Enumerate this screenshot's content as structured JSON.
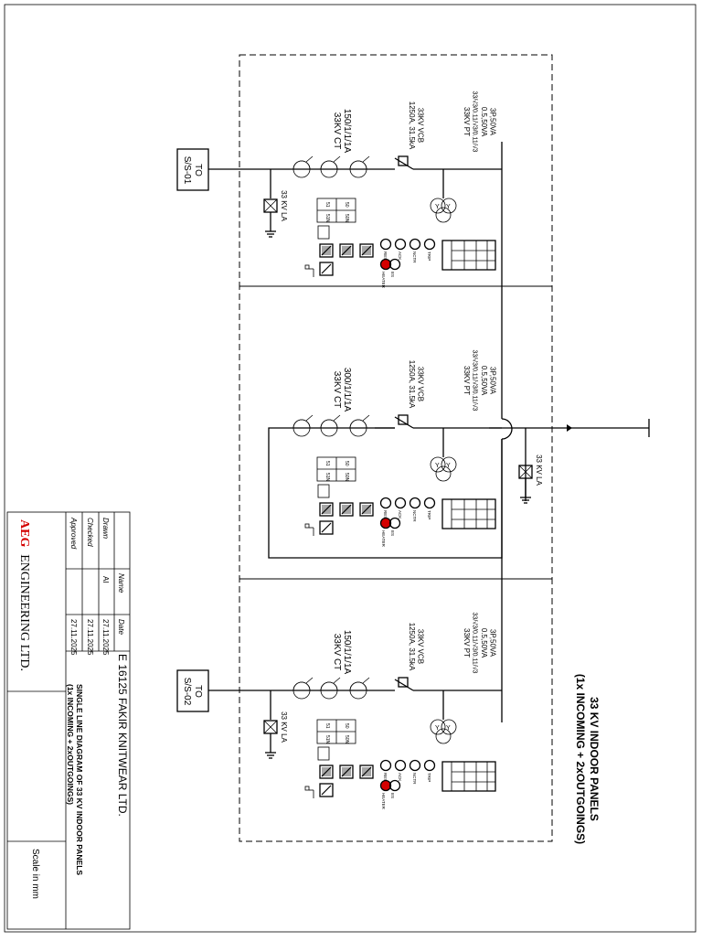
{
  "heading": {
    "line1": "33 KV INDOOR PANELS",
    "line2": "(1x INCOMING + 2xOUTGOINGS)"
  },
  "panels": [
    {
      "name": "outgoing-1",
      "pt_label": [
        "33KV PT",
        "33/√3/0.11/√3/0.11/√3",
        "0.5,50VA",
        "3P,50VA"
      ],
      "vcb_label": [
        "1250A, 31.5kA",
        "33KV VCB"
      ],
      "ct_label": [
        "33KV CT",
        "150/1/1/1A"
      ],
      "la_label": "33 KV LA",
      "dest": [
        "TO",
        "S/S-01"
      ]
    },
    {
      "name": "incoming",
      "pt_label": [
        "33KV PT",
        "33/√3/0.11/√3/0.11/√3",
        "0.5,50VA",
        "3P,50VA"
      ],
      "vcb_label": [
        "1250A, 31.5kA",
        "33KV VCB"
      ],
      "ct_label": [
        "33KV CT",
        "300/1/1/1A"
      ],
      "la_label": "33 KV LA"
    },
    {
      "name": "outgoing-2",
      "pt_label": [
        "33KV PT",
        "33/√3/0.11/√3/0.11/√3",
        "0.5,50VA",
        "3P,50VA"
      ],
      "vcb_label": [
        "1250A, 31.5kA",
        "33KV VCB"
      ],
      "ct_label": [
        "33KV CT",
        "150/1/1/1A"
      ],
      "la_label": "33 KV LA",
      "dest": [
        "TO",
        "S/S-02"
      ]
    }
  ],
  "relay_labels": [
    "50",
    "50N",
    "51",
    "51N"
  ],
  "lamp_labels": [
    "TRIP",
    "NCTR",
    "ACK",
    "RESET"
  ],
  "heater_labels": [
    "HEATER",
    "ES"
  ],
  "title_block": {
    "project": "E 16125 FAKIR KNITWEAR LTD.",
    "drawing_title_1": "SINGLE LINE DIAGRAM OF 33 KV INDOOR PANELS",
    "drawing_title_2": "(1x INCOMING + 2xOUTGOINGS)",
    "col_name": "Name",
    "col_date": "Date",
    "rows": [
      {
        "role": "Drawn",
        "name": "AI",
        "date": "27.11.2025"
      },
      {
        "role": "Checked",
        "name": "",
        "date": "27.11.2025"
      },
      {
        "role": "Approved",
        "name": "",
        "date": "27.11.2025"
      }
    ],
    "company_brand": "AEG",
    "company_rest": "ENGINEERING LTD.",
    "scale": "Scale in mm"
  },
  "colors": {
    "accent": "#d40000",
    "line": "#000000"
  }
}
